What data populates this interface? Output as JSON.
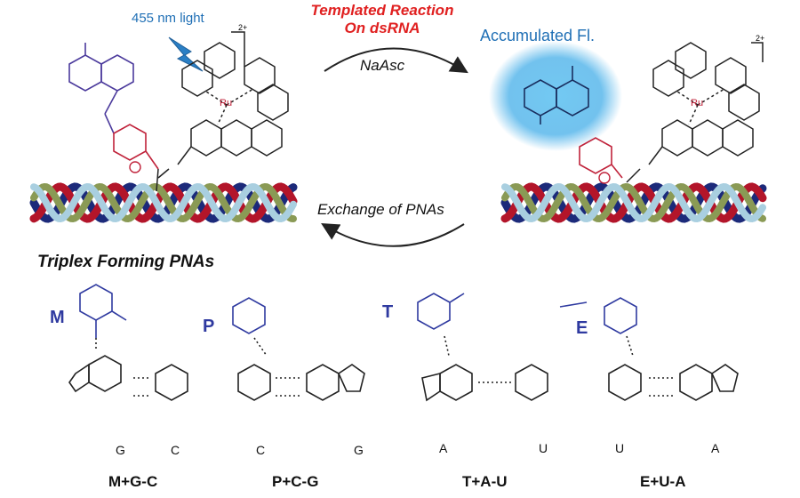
{
  "header": {
    "reaction_title_line1": "Templated Reaction",
    "reaction_title_line2": "On dsRNA"
  },
  "left_panel": {
    "light_label": "455 nm light",
    "charge_label": "2+",
    "metal_label": "Ru"
  },
  "right_panel": {
    "accumulated_label": "Accumulated Fl.",
    "charge_label": "2+",
    "metal_label": "Ru"
  },
  "cycle": {
    "top_arrow_label": "NaAsc",
    "bottom_arrow_label": "Exchange of PNAs"
  },
  "pna_section": {
    "title": "Triplex Forming PNAs",
    "structures": [
      {
        "pna_letter": "M",
        "bases": [
          "G",
          "C"
        ],
        "combo": "M+G-C"
      },
      {
        "pna_letter": "P",
        "bases": [
          "C",
          "G"
        ],
        "combo": "P+C-G"
      },
      {
        "pna_letter": "T",
        "bases": [
          "A",
          "U"
        ],
        "combo": "T+A-U"
      },
      {
        "pna_letter": "E",
        "bases": [
          "U",
          "A"
        ],
        "combo": "E+U-A"
      }
    ]
  },
  "colors": {
    "red_title": "#e02020",
    "blue_label": "#1f6fb5",
    "pna_blue": "#2f3aa0",
    "helix_navy": "#1c2a7a",
    "helix_red": "#b3152a",
    "helix_olive": "#8a9a55",
    "helix_lightblue": "#a9cfe0",
    "glow": "#4fb3ea"
  }
}
